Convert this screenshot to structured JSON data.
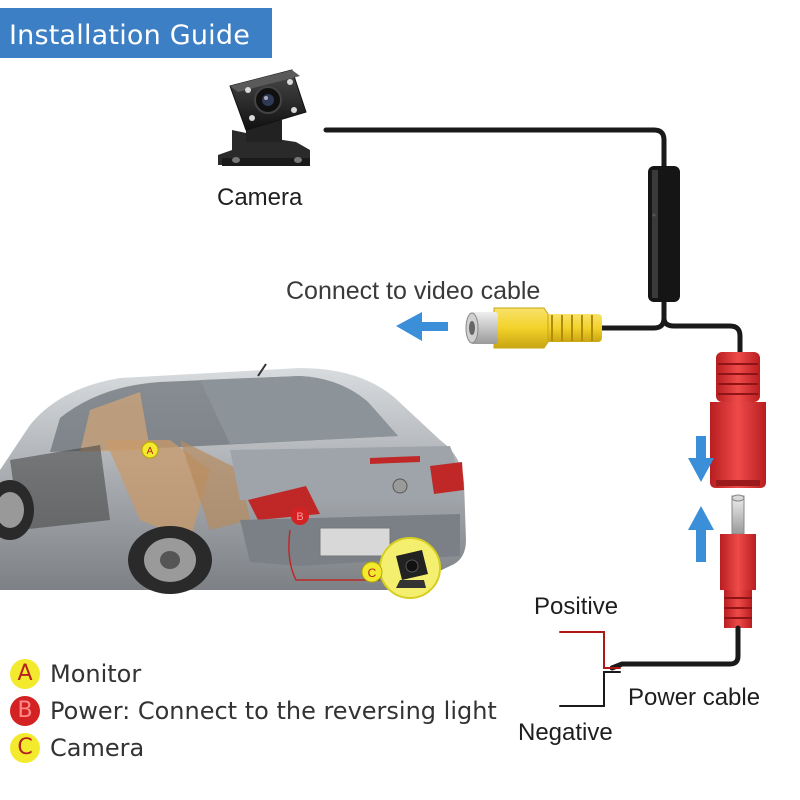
{
  "header": {
    "title": "Installation Guide"
  },
  "labels": {
    "camera": "Camera",
    "video": "Connect  to video cable",
    "positive": "Positive",
    "negative": "Negative",
    "power_cable": "Power cable"
  },
  "car_markers": {
    "a": "A",
    "b": "B",
    "c": "C"
  },
  "legend": [
    {
      "letter": "A",
      "text": "Monitor"
    },
    {
      "letter": "B",
      "text": "Power: Connect to the reversing light"
    },
    {
      "letter": "C",
      "text": "Camera"
    }
  ],
  "colors": {
    "header_bg": "#3d7fc4",
    "arrow": "#3b8fd8",
    "rca_yellow": "#f2d22a",
    "connector_red": "#d8282a",
    "marker_yellow": "#f3ea2e",
    "marker_red": "#d42222"
  }
}
